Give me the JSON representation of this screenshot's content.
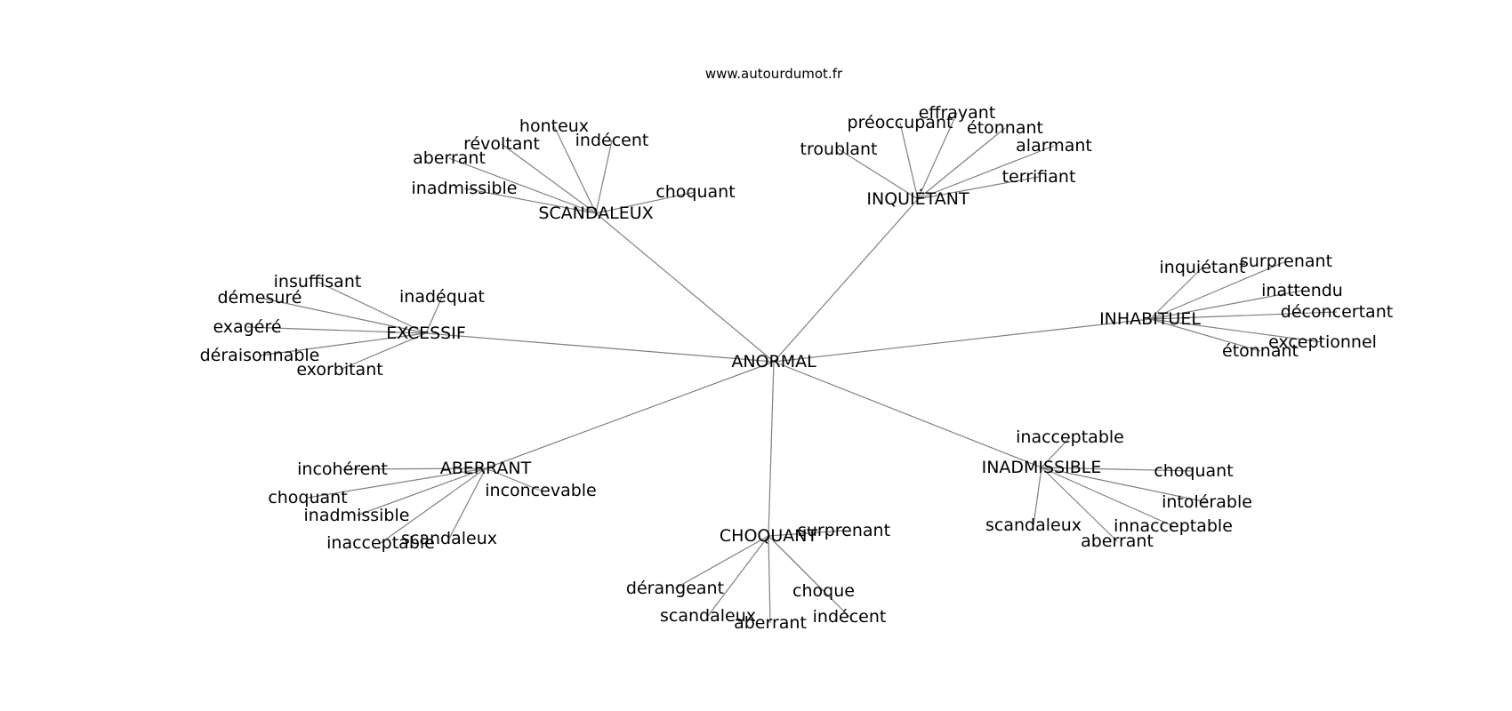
{
  "credit": "www.autourdumot.fr",
  "colors": {
    "edge": "#808080",
    "text": "#000000",
    "background": "#ffffff"
  },
  "graph": {
    "center": "ANORMAL",
    "branches": [
      {
        "label": "SCANDALEUX",
        "leaves": [
          "honteux",
          "indécent",
          "révoltant",
          "aberrant",
          "inadmissible",
          "choquant"
        ]
      },
      {
        "label": "INQUIÉTANT",
        "leaves": [
          "effrayant",
          "préoccupant",
          "étonnant",
          "troublant",
          "alarmant",
          "terrifiant"
        ]
      },
      {
        "label": "INHABITUEL",
        "leaves": [
          "inquiétant",
          "surprenant",
          "inattendu",
          "déconcertant",
          "exceptionnel",
          "étonnant"
        ]
      },
      {
        "label": "EXCESSIF",
        "leaves": [
          "insuffisant",
          "démesuré",
          "inadéquat",
          "exagéré",
          "déraisonnable",
          "exorbitant"
        ]
      },
      {
        "label": "ABERRANT",
        "leaves": [
          "incohérent",
          "choquant",
          "inconcevable",
          "inadmissible",
          "scandaleux",
          "inacceptable"
        ]
      },
      {
        "label": "INADMISSIBLE",
        "leaves": [
          "inacceptable",
          "choquant",
          "intolérable",
          "scandaleux",
          "innacceptable",
          "aberrant"
        ]
      },
      {
        "label": "CHOQUANT",
        "leaves": [
          "surprenant",
          "dérangeant",
          "choque",
          "scandaleux",
          "indécent",
          "aberrant"
        ]
      }
    ]
  }
}
